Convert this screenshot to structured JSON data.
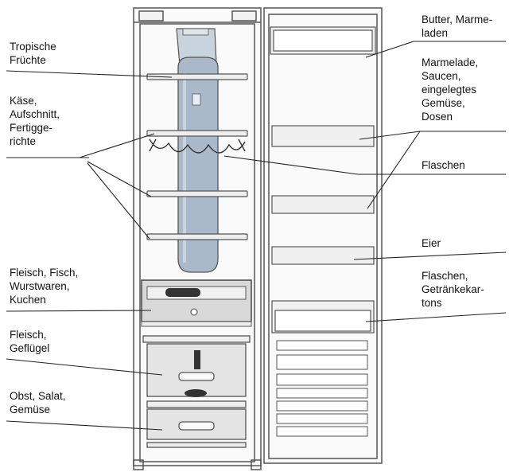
{
  "labels": {
    "tropische_fruechte": "Tropische\nFrüchte",
    "kaese": "Käse,\nAufschnitt,\nFertigge-\nrichte",
    "fleisch_fisch": "Fleisch, Fisch,\nWurstwaren,\nKuchen",
    "fleisch_gefluegel": "Fleisch,\nGeflügel",
    "obst_salat": "Obst, Salat,\nGemüse",
    "butter": "Butter, Marme-\nladen",
    "marmelade": "Marmelade,\nSaucen,\neingelegtes\nGemüse,\nDosen",
    "flaschen": "Flaschen",
    "eier": "Eier",
    "flaschen_kartons": "Flaschen,\nGetränkekar-\ntons"
  },
  "colors": {
    "line": "#222222",
    "outline": "#555555",
    "fill_light": "#eeeeee",
    "tube_blue": "#a9b9c9",
    "drawer_gray": "#e4e4e4",
    "dark": "#333333"
  }
}
